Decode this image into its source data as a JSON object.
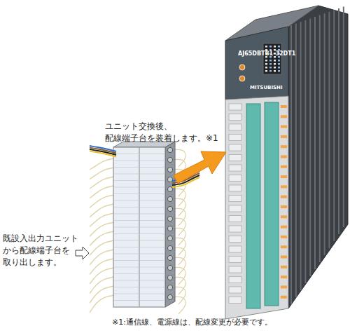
{
  "diagram": {
    "labels": [
      "ユニット交換後、 配線端子台を装着します。※1",
      "既設入出力ユニット から配線端子台を 取り出します。",
      "※1:通信線、電源線は、配線変更が必要です。",
      "AJ65DBTB1-32DT1",
      "MITSUBISHI"
    ]
  }
}
